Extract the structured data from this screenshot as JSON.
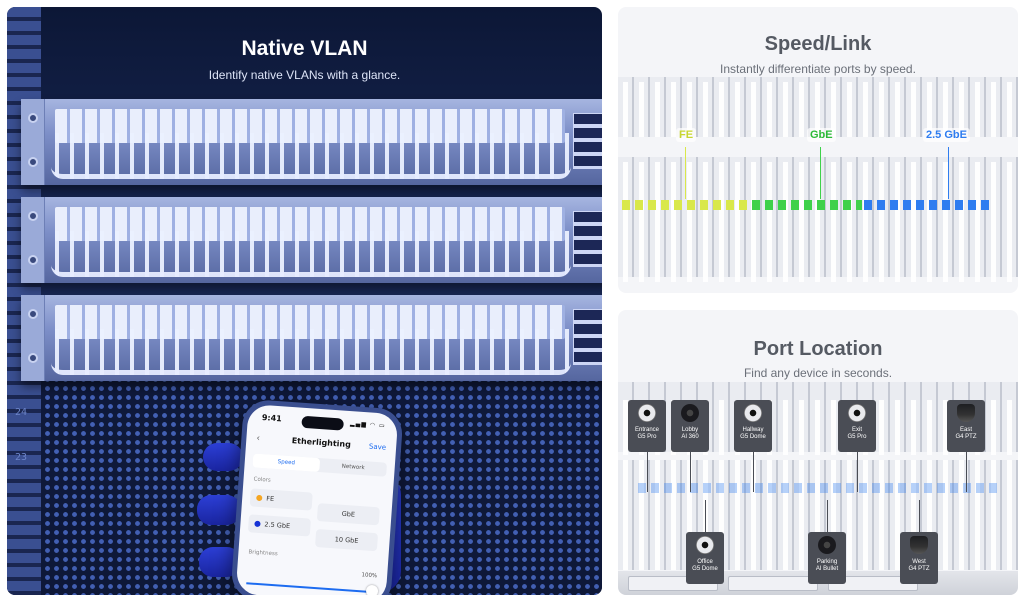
{
  "native_vlan": {
    "title": "Native VLAN",
    "subtitle": "Identify native VLANs with a glance.",
    "rack_units": [
      "24",
      "23"
    ],
    "phone": {
      "time": "9:41",
      "status": "▂▄▆ ◠ ▭",
      "back": "‹",
      "title": "Etherlighting",
      "save": "Save",
      "tabs": [
        "Speed",
        "Network"
      ],
      "colors_label": "Colors",
      "options": [
        {
          "label": "FE",
          "color": "#f5a623"
        },
        {
          "label": "GbE",
          "color": ""
        },
        {
          "label": "2.5 GbE",
          "color": "#1633d6"
        },
        {
          "label": "10 GbE",
          "color": ""
        }
      ],
      "brightness_label": "Brightness",
      "brightness_value": "100%"
    }
  },
  "speed_link": {
    "title": "Speed/Link",
    "subtitle": "Instantly differentiate ports by speed.",
    "speeds": [
      {
        "label": "FE",
        "color": "#d9e84a"
      },
      {
        "label": "GbE",
        "color": "#3fd14a"
      },
      {
        "label": "2.5 GbE",
        "color": "#2f7df0"
      }
    ]
  },
  "port_location": {
    "title": "Port Location",
    "subtitle": "Find any device in seconds.",
    "cameras_top": [
      {
        "name": "Entrance",
        "model": "G5 Pro",
        "icon": "bullet-camera-icon"
      },
      {
        "name": "Lobby",
        "model": "AI 360",
        "icon": "fisheye-camera-icon"
      },
      {
        "name": "Hallway",
        "model": "G5 Dome",
        "icon": "dome-camera-icon"
      },
      {
        "name": "Exit",
        "model": "G5 Pro",
        "icon": "bullet-camera-icon"
      },
      {
        "name": "East",
        "model": "G4 PTZ",
        "icon": "ptz-camera-icon"
      }
    ],
    "cameras_bottom": [
      {
        "name": "Office",
        "model": "G5 Dome",
        "icon": "dome-camera-icon"
      },
      {
        "name": "Parking",
        "model": "AI Bullet",
        "icon": "bullet-camera-icon"
      },
      {
        "name": "West",
        "model": "G4 PTZ",
        "icon": "ptz-camera-icon"
      }
    ]
  }
}
